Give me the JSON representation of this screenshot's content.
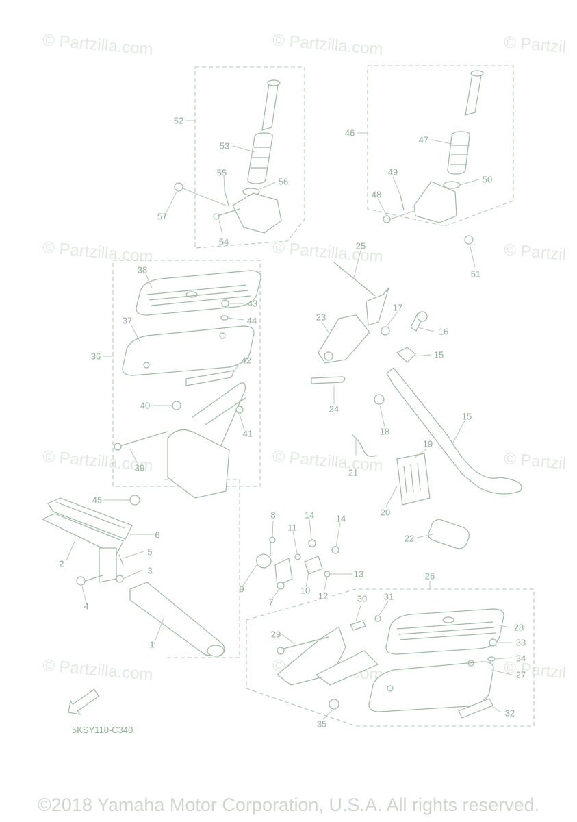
{
  "watermark": {
    "text": "© Partzilla.com",
    "partial_text": "© Partzil"
  },
  "diagram": {
    "code": "5KSY110-C340",
    "copyright": "©2018 Yamaha Motor Corporation, U.S.A. All rights reserved.",
    "direction_icon": "fwd-arrow-icon",
    "callouts": [
      "1",
      "2",
      "3",
      "4",
      "5",
      "6",
      "7",
      "8",
      "9",
      "10",
      "11",
      "12",
      "13",
      "14",
      "14",
      "15",
      "16",
      "17",
      "18",
      "19",
      "20",
      "21",
      "22",
      "23",
      "24",
      "25",
      "26",
      "27",
      "28",
      "29",
      "30",
      "31",
      "32",
      "33",
      "34",
      "35",
      "36",
      "37",
      "38",
      "39",
      "40",
      "41",
      "42",
      "43",
      "44",
      "45",
      "46",
      "47",
      "48",
      "49",
      "50",
      "51",
      "52",
      "53",
      "54",
      "55",
      "56",
      "57",
      "58"
    ]
  },
  "colors": {
    "line": "#9db9a3",
    "label": "#8fae95",
    "watermark": "#e3e8e3"
  }
}
